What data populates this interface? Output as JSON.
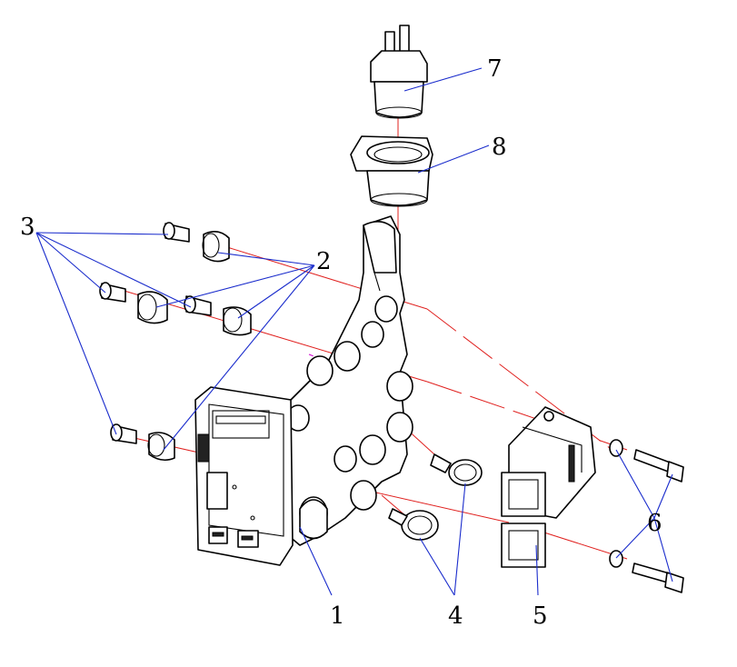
{
  "callouts": [
    {
      "id": "1",
      "text": "1"
    },
    {
      "id": "2",
      "text": "2"
    },
    {
      "id": "3",
      "text": "3"
    },
    {
      "id": "4",
      "text": "4"
    },
    {
      "id": "5",
      "text": "5"
    },
    {
      "id": "6",
      "text": "6"
    },
    {
      "id": "7",
      "text": "7"
    },
    {
      "id": "8",
      "text": "8"
    }
  ],
  "colors": {
    "leader_line": "#1a2ccc",
    "axis_line": "#e0201e",
    "centerline": "#d000d0",
    "outline": "#000000"
  }
}
